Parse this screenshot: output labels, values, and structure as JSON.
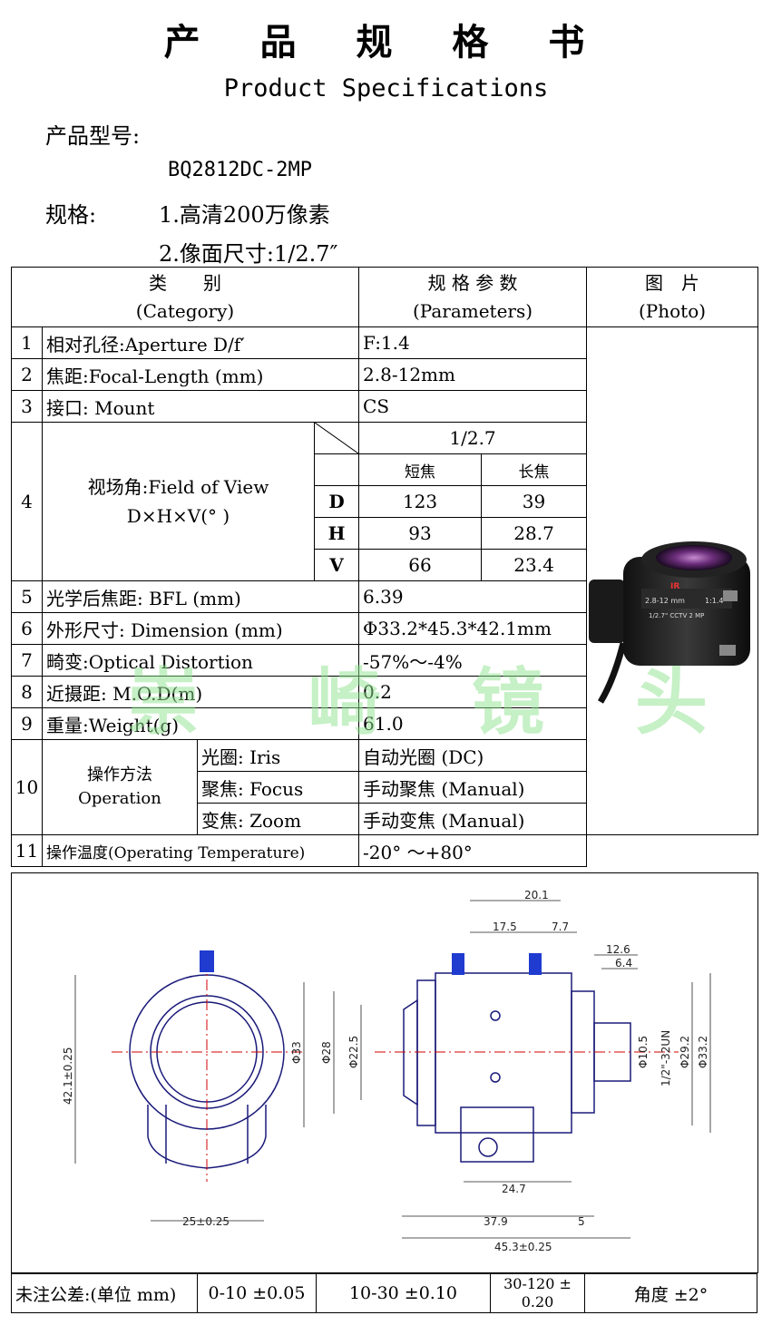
{
  "title_cn": "产 品 规 格 书",
  "title_en": "Product Specifications",
  "model_label": "产品型号:",
  "model_value": "BQ2812DC-2MP",
  "spec_label": "规格:",
  "spec_line1": "1.高清200万像素",
  "spec_line2": "2.像面尺寸:1/2.7″",
  "header": {
    "category_cn": "类　　别",
    "category_en": "(Category)",
    "params_cn": "规 格 参 数",
    "params_en": "(Parameters)",
    "photo_cn": "图　片",
    "photo_en": "(Photo)"
  },
  "rows": {
    "r1": {
      "no": "1",
      "label": "相对孔径:Aperture D/f′",
      "value": "F:1.4"
    },
    "r2": {
      "no": "2",
      "label": "焦距:Focal-Length (mm)",
      "value": "2.8-12mm"
    },
    "r3": {
      "no": "3",
      "label": "接口: Mount",
      "value": "CS"
    },
    "r4": {
      "no": "4",
      "label1": "视场角:Field of View",
      "label2": "D×H×V(° )",
      "sensor": "1/2.7",
      "short": "短焦",
      "long": "长焦",
      "d": "D",
      "h": "H",
      "v": "V",
      "d_short": "123",
      "d_long": "39",
      "h_short": "93",
      "h_long": "28.7",
      "v_short": "66",
      "v_long": "23.4"
    },
    "r5": {
      "no": "5",
      "label": "光学后焦距:  BFL (mm)",
      "value": "6.39"
    },
    "r6": {
      "no": "6",
      "label": "外形尺寸: Dimension (mm)",
      "value": "Φ33.2*45.3*42.1mm"
    },
    "r7": {
      "no": "7",
      "label": "畸变:Optical Distortion",
      "value": "-57%～-4%"
    },
    "r8": {
      "no": "8",
      "label": "近摄距: M.O.D(m)",
      "value": "0.2"
    },
    "r9": {
      "no": "9",
      "label": "重量:Weight(g)",
      "value": "61.0"
    },
    "r10": {
      "no": "10",
      "op_cn": "操作方法",
      "op_en": "Operation",
      "iris": "光圈: Iris",
      "iris_val": "自动光圈 (DC)",
      "focus": "聚焦: Focus",
      "focus_val": "手动聚焦 (Manual)",
      "zoom": "变焦: Zoom",
      "zoom_val": "手动变焦 (Manual)"
    },
    "r11": {
      "no": "11",
      "label": "操作温度(Operating Temperature)",
      "value": "-20° ～+80°"
    }
  },
  "lens_photo_text": {
    "focal": "2.8-12 mm",
    "aperture": "1:1.4",
    "model": "1/2.7\" CCTV 2 MP",
    "ir": "IR"
  },
  "watermark": [
    "崇",
    "崎",
    "镜",
    "头"
  ],
  "drawing": {
    "d_20_1": "20.1",
    "d_17_5": "17.5",
    "d_7_7": "7.7",
    "d_12_6": "12.6",
    "d_6_4": "6.4",
    "d_42_1": "42.1±0.25",
    "d_33": "Φ33",
    "d_28": "Φ28",
    "d_22_5": "Φ22.5",
    "d_10_5": "Φ10.5",
    "d_thread": "1/2\"-32UN",
    "d_29_2": "Φ29.2",
    "d_33_2": "Φ33.2",
    "d_25": "25±0.25",
    "d_24_7": "24.7",
    "d_37_9": "37.9",
    "d_5": "5",
    "d_45_3": "45.3±0.25"
  },
  "tolerance": {
    "label": "未注公差:(单位 mm)",
    "t1": "0-10 ±0.05",
    "t2": "10-30 ±0.10",
    "t3a": "30-120 ±",
    "t3b": "0.20",
    "t4": "角度 ±2°"
  },
  "colors": {
    "watermark": "#8fe38f",
    "centerline": "#d00000",
    "drawing": "#1a1a7a",
    "mount_screw": "#1f3bd0"
  }
}
